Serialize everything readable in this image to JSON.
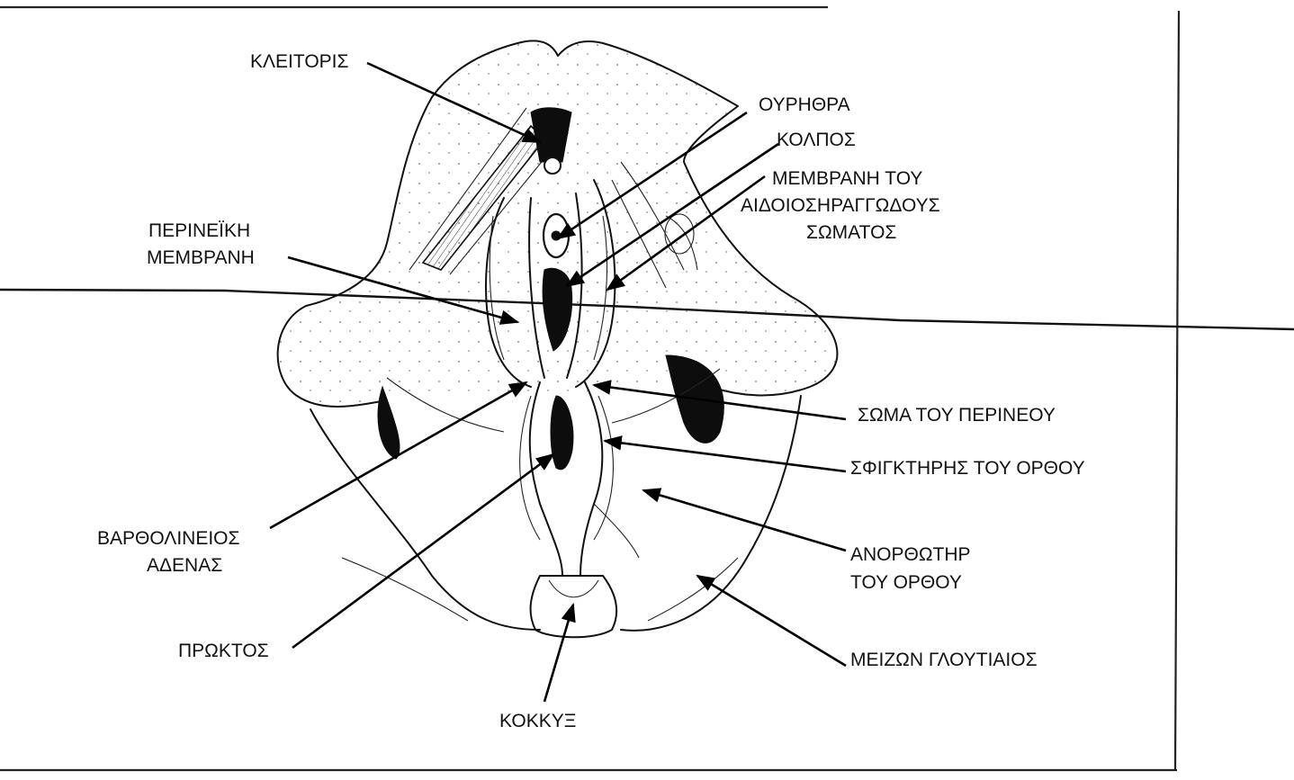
{
  "labels": {
    "clitoris": "ΚΛΕΙΤΟΡΙΣ",
    "urethra": "ΟΥΡΗΘΡΑ",
    "vagina": "ΚΟΛΠΟΣ",
    "membrane_corpus_1": "ΜΕΜΒΡΑΝΗ ΤΟΥ",
    "membrane_corpus_2": "ΑΙΔΟΙΟΣΗΡΑΓΓΩΔΟΥΣ",
    "membrane_corpus_3": "ΣΩΜΑΤΟΣ",
    "perineal_membrane_1": "ΠΕΡΙΝΕΪΚΗ",
    "perineal_membrane_2": "ΜΕΜΒΡΑΝΗ",
    "perineal_body": "ΣΩΜΑ ΤΟΥ ΠΕΡΙΝΕΟΥ",
    "anal_sphincter": "ΣΦΙΓΚΤΗΡΗΣ ΤΟΥ ΟΡΘΟΥ",
    "bartholin_1": "ΒΑΡΘΟΛΙΝΕΙΟΣ",
    "bartholin_2": "ΑΔΕΝΑΣ",
    "levator_ani_1": "ΑΝΟΡΘΩΤΗΡ",
    "levator_ani_2": "ΤΟΥ ΟΡΘΟΥ",
    "anus": "ΠΡΩΚΤΟΣ",
    "gluteus_maximus": "ΜΕΙΖΩΝ ΓΛΟΥΤΙΑΙΟΣ",
    "coccyx": "ΚΟΚΚΥΞ"
  }
}
